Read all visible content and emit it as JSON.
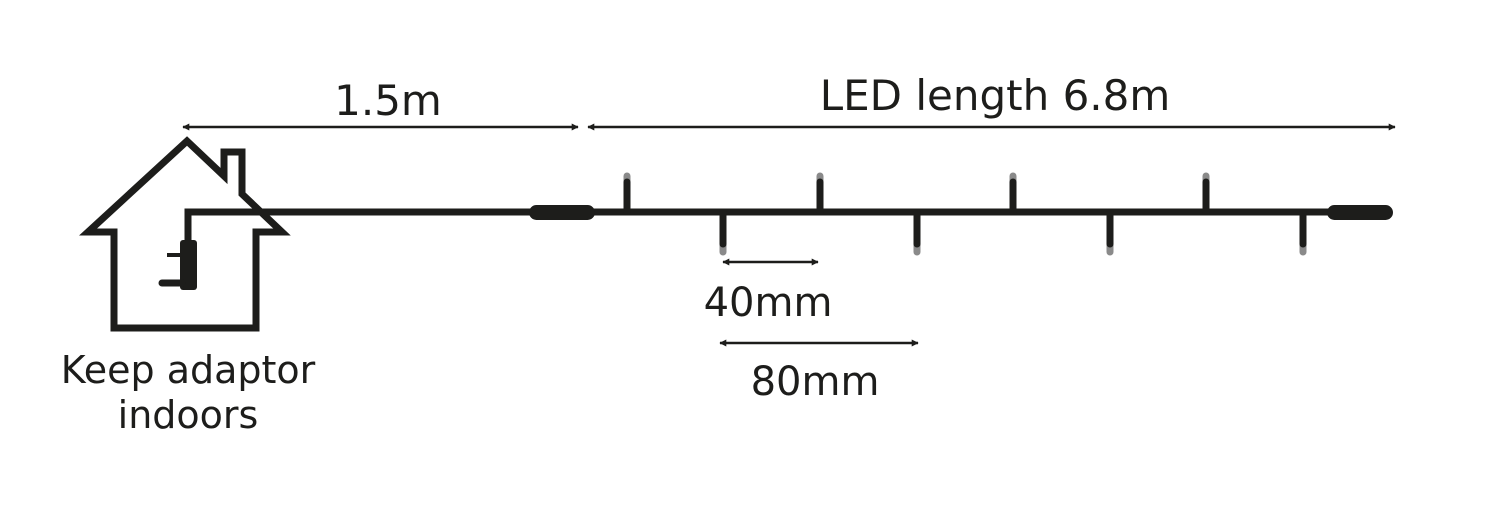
{
  "labels": {
    "cable_length": "1.5m",
    "led_length": "LED length 6.8m",
    "spacing_small": "40mm",
    "spacing_large": "80mm",
    "adaptor_note_line1": "Keep adaptor",
    "adaptor_note_line2": "indoors"
  },
  "colors": {
    "ink": "#1d1d1b",
    "led_tip": "#8a8a8a"
  }
}
